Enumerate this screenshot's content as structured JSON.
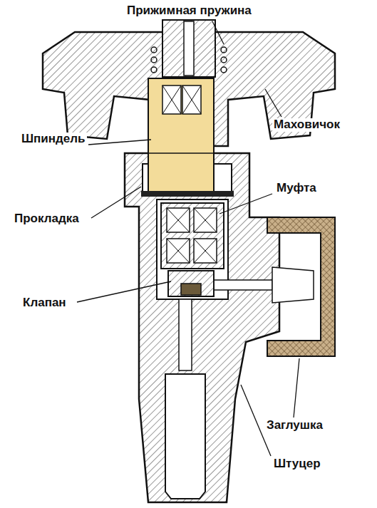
{
  "diagram": {
    "labels": [
      "Прижимная пружина",
      "Маховичок",
      "Шпиндель",
      "Муфта",
      "Прокладка",
      "Клапан",
      "Заглушка",
      "Штуцер"
    ]
  }
}
